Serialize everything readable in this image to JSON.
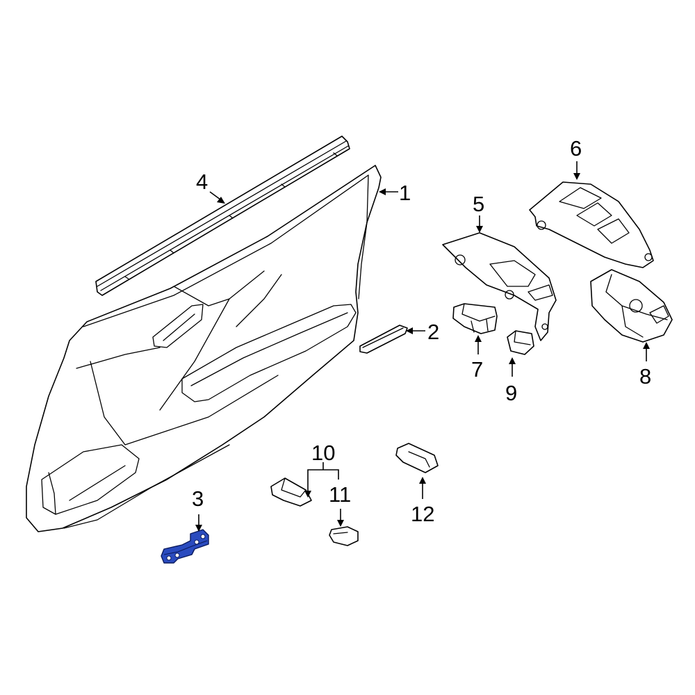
{
  "colors": {
    "highlight": "#2a4bbf"
  },
  "callouts": {
    "c1": "1",
    "c2": "2",
    "c3": "3",
    "c4": "4",
    "c5": "5",
    "c6": "6",
    "c7": "7",
    "c8": "8",
    "c9": "9",
    "c10": "10",
    "c11": "11",
    "c12": "12"
  }
}
